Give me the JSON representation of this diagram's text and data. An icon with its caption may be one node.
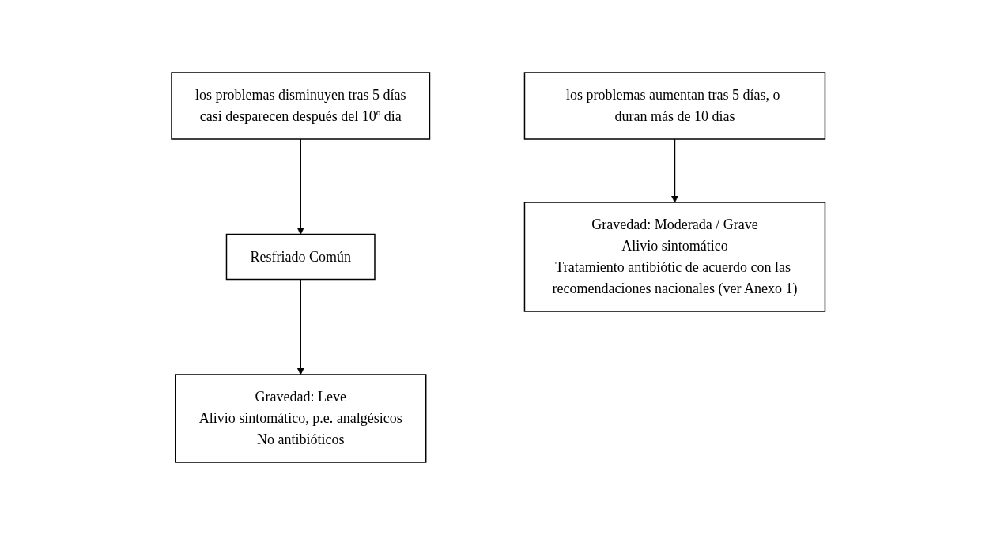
{
  "diagram": {
    "nodes": [
      {
        "text": [
          "los problemas disminuyen tras 5 días",
          "casi desparecen después del 10º día"
        ]
      },
      {
        "text": [
          "los problemas aumentan tras 5 días, o duran más de 10 días"
        ]
      },
      {
        "text": [
          "Resfriado Común"
        ]
      },
      {
        "text": [
          "Gravedad: Leve",
          "Alivio sintomático, p.e. analgésicos",
          "No antibióticos"
        ]
      },
      {
        "text": [
          "Gravedad: Moderada / Grave",
          "Alivio sintomático",
          "Tratamiento antibiótic de acuerdo con las recomendaciones nacionales (ver Anexo 1)"
        ]
      }
    ],
    "edges": [
      {
        "from": 0,
        "to": 2,
        "arrow": "to"
      },
      {
        "from": 2,
        "to": 3,
        "arrow": "to"
      },
      {
        "from": 1,
        "to": 4,
        "arrow": "to"
      }
    ]
  }
}
